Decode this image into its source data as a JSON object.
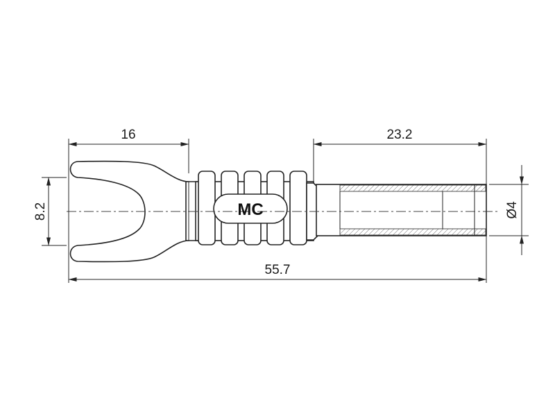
{
  "dimensions": {
    "fork_length": "16",
    "pin_length": "23.2",
    "fork_width": "8.2",
    "overall_length": "55.7",
    "pin_diameter": "Ø4"
  },
  "logo": {
    "text": "MC"
  },
  "colors": {
    "line": "#222222",
    "background": "#ffffff",
    "hatch": "#555555"
  }
}
